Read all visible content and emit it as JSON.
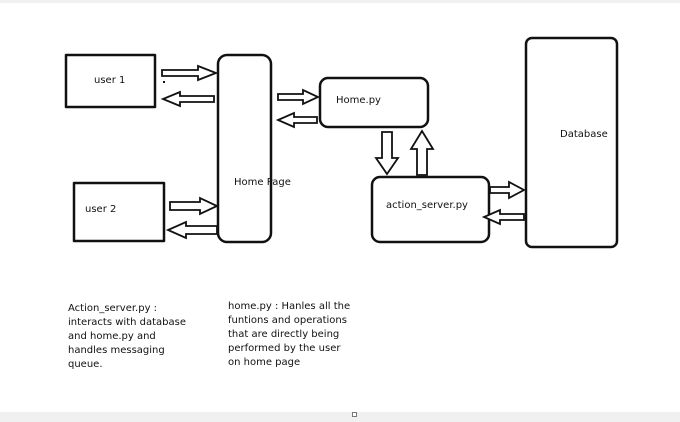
{
  "nodes": {
    "user1": "user 1",
    "user2": "user 2",
    "home_page": "Home Page",
    "home_py": "Home.py",
    "action_server": "action_server.py",
    "database": "Database"
  },
  "notes": {
    "action_server": "Action_server.py :\ninteracts with database\nand home.py and\nhandles messaging\nqueue.",
    "home_py": "home.py : Hanles all the\nfuntions and operations\nthat are directly being\nperformed by the user\non home page"
  }
}
